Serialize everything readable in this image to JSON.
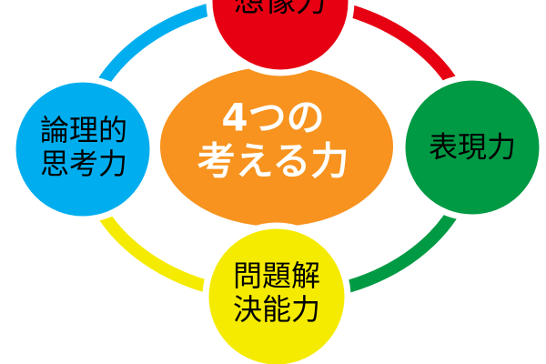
{
  "center": {
    "lines": [
      "4つの",
      "考える力"
    ],
    "color": "#f7931e",
    "text_color": "#ffffff"
  },
  "nodes": [
    {
      "id": "top",
      "lines": [
        "想像力"
      ],
      "color": "#e60012"
    },
    {
      "id": "left",
      "lines": [
        "論理的",
        "思考力"
      ],
      "color": "#00aeef"
    },
    {
      "id": "right",
      "lines": [
        "表現力"
      ],
      "color": "#009a44"
    },
    {
      "id": "bottom",
      "lines": [
        "問題解",
        "決能力"
      ],
      "color": "#f5eb00"
    }
  ]
}
